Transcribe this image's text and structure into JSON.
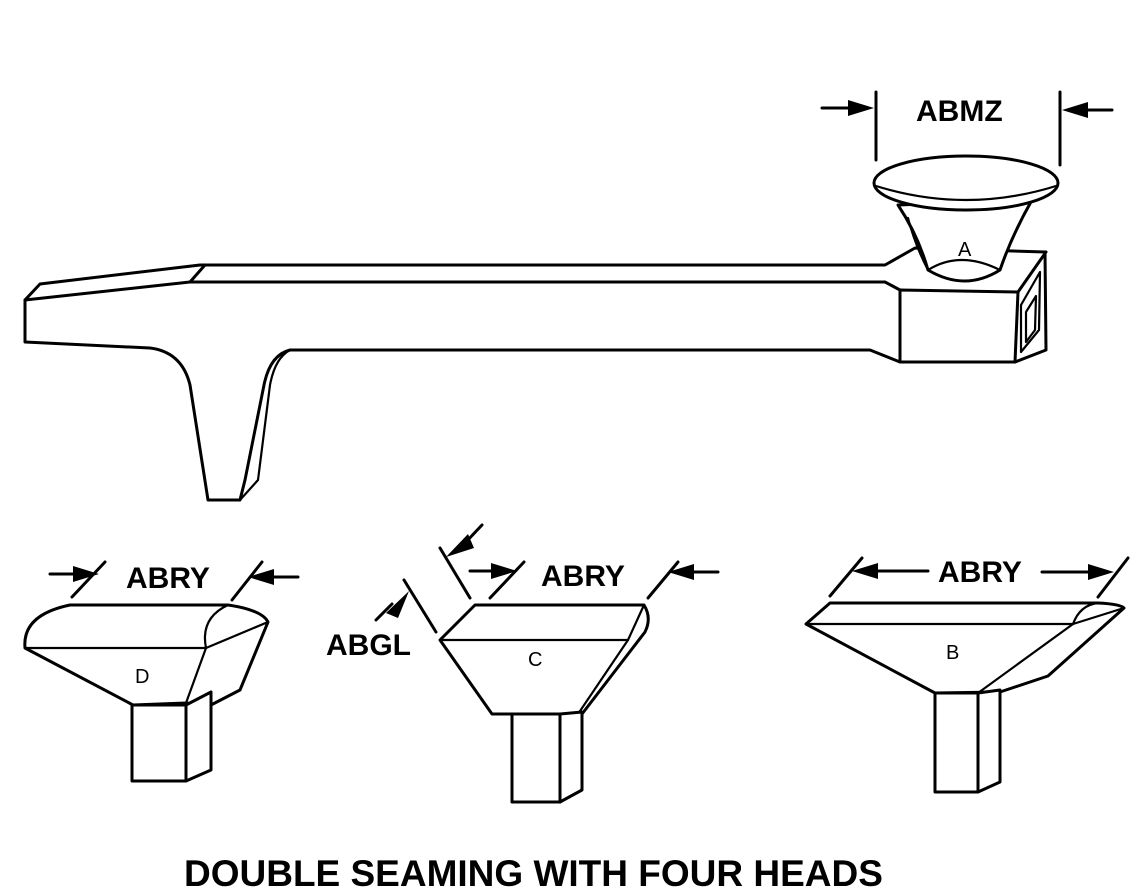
{
  "caption": "DOUBLE SEAMING WITH FOUR HEADS",
  "dimensions": {
    "abmz": "ABMZ",
    "abry_d": "ABRY",
    "abry_c": "ABRY",
    "abry_b": "ABRY",
    "abgl": "ABGL"
  },
  "heads": {
    "a": "A",
    "b": "B",
    "c": "C",
    "d": "D"
  }
}
